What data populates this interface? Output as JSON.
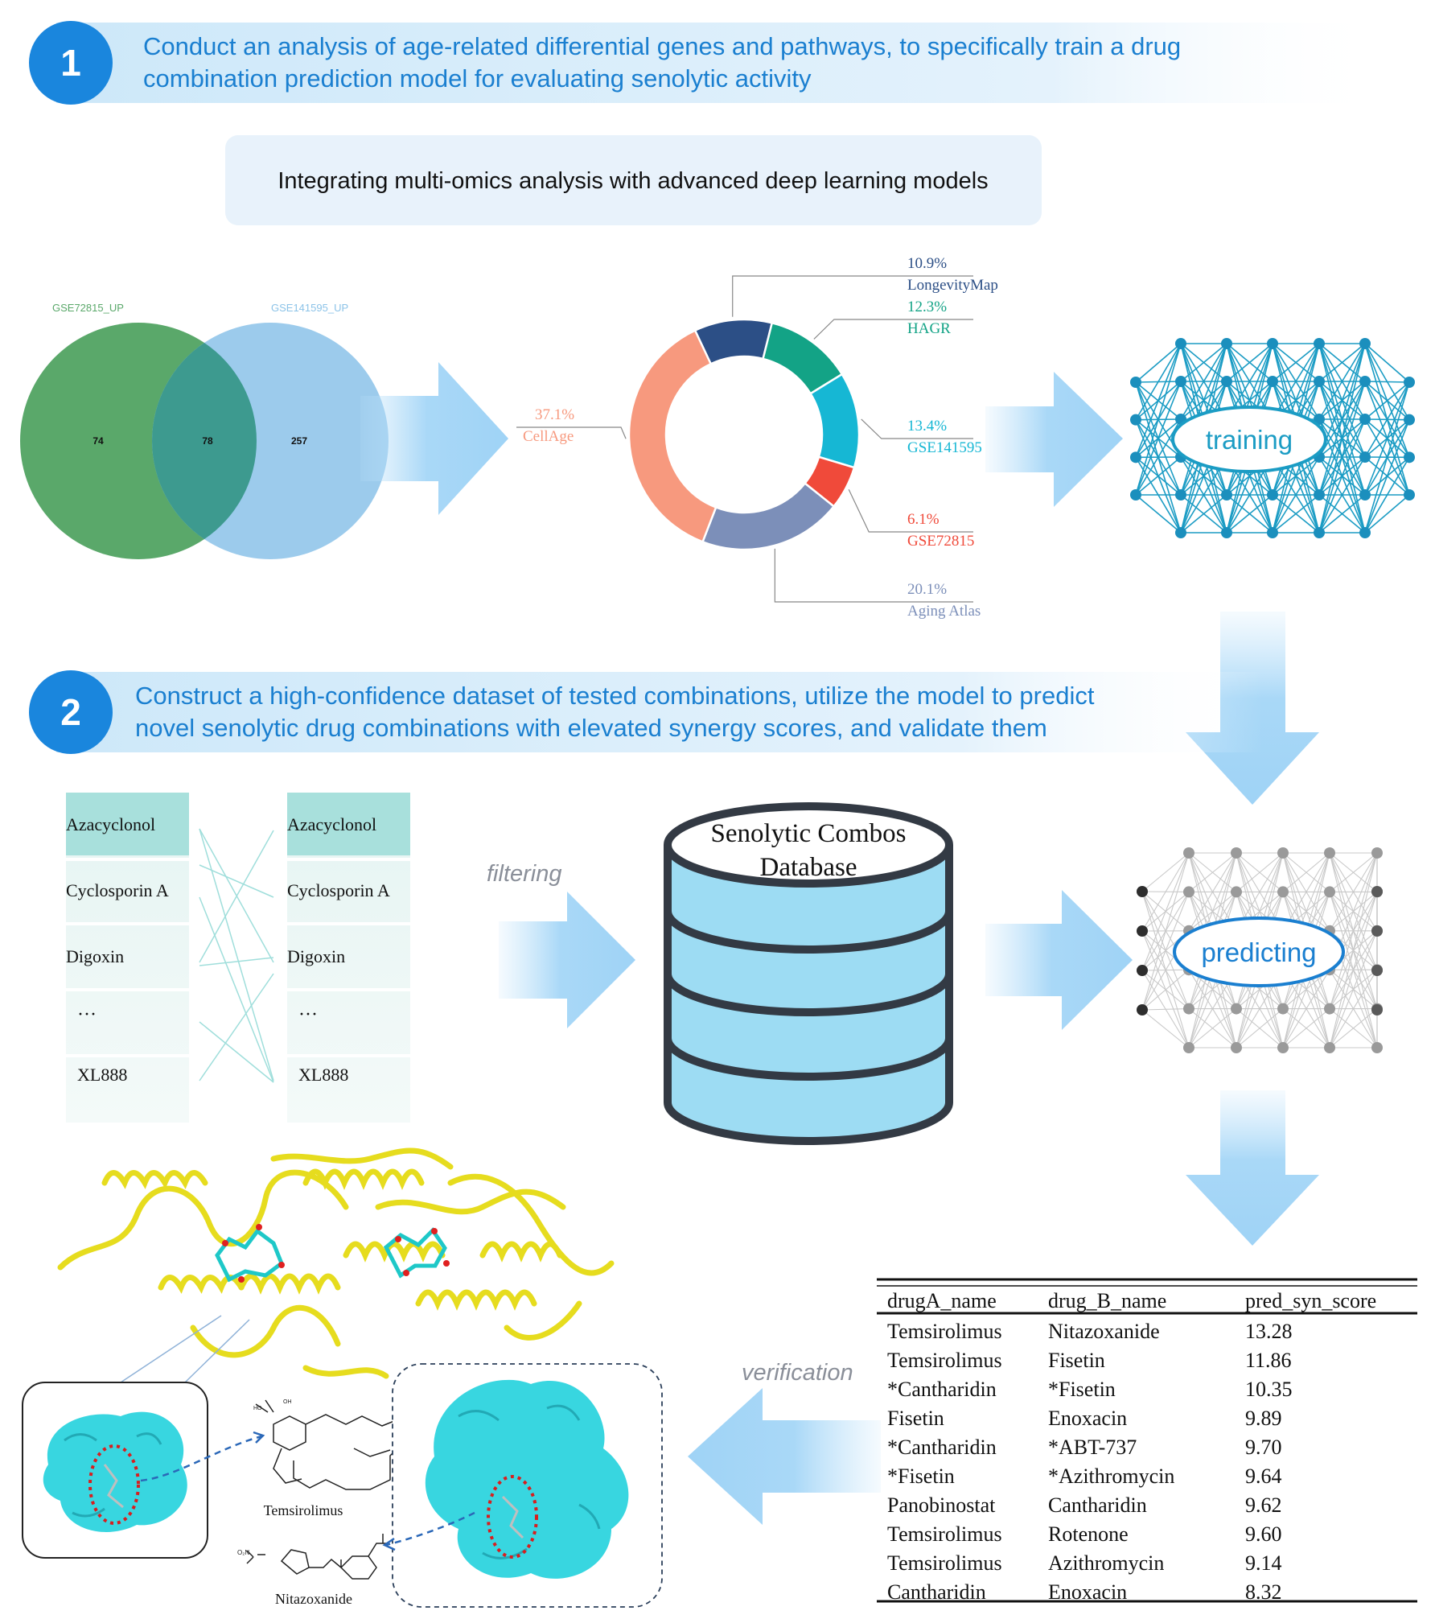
{
  "step1": {
    "number": "1",
    "line1": "Conduct an analysis of age-related differential genes and pathways, to specifically train a drug",
    "line2": "combination prediction model for evaluating senolytic activity"
  },
  "integration_box": {
    "text": "Integrating multi-omics analysis with advanced deep learning models"
  },
  "venn": {
    "left_label": "GSE72815_UP",
    "right_label": "GSE141595_UP",
    "left_only": "74",
    "overlap": "78",
    "right_only": "257",
    "colors": {
      "left": "#5aa86a",
      "right": "#9ccbec",
      "overlap": "#3d9a8f"
    }
  },
  "donut": {
    "segments": [
      {
        "label": "LongevityMap",
        "percent": "10.9%",
        "value": 10.9,
        "color": "#2c4f86"
      },
      {
        "label": "HAGR",
        "percent": "12.3%",
        "value": 12.3,
        "color": "#13a386"
      },
      {
        "label": "GSE141595",
        "percent": "13.4%",
        "value": 13.4,
        "color": "#16b7d4"
      },
      {
        "label": "GSE72815",
        "percent": "6.1%",
        "value": 6.1,
        "color": "#f04a3a"
      },
      {
        "label": "Aging Atlas",
        "percent": "20.1%",
        "value": 20.1,
        "color": "#7c8fb9"
      },
      {
        "label": "CellAge",
        "percent": "37.1%",
        "value": 37.1,
        "color": "#f7997e"
      }
    ]
  },
  "nn_train": {
    "label": "training",
    "color": "#1b9cc4"
  },
  "step2": {
    "number": "2",
    "line1": "Construct a high-confidence dataset of tested combinations, utilize the model to predict",
    "line2": "novel senolytic drug combinations with elevated synergy scores, and validate them"
  },
  "drug_lists": {
    "left": [
      "Azacyclonol",
      "Cyclosporin A",
      "Digoxin",
      "···",
      "XL888"
    ],
    "right": [
      "Azacyclonol",
      "Cyclosporin A",
      "Digoxin",
      "···",
      "XL888"
    ]
  },
  "filter_label": "filtering",
  "database": {
    "line1": "Senolytic Combos",
    "line2": "Database"
  },
  "nn_predict": {
    "label": "predicting"
  },
  "verification_label": "verification",
  "molecules": {
    "mol1": "Temsirolimus",
    "mol2": "Nitazoxanide"
  },
  "results_table": {
    "headers": [
      "drugA_name",
      "drug_B_name",
      "pred_syn_score"
    ],
    "rows": [
      [
        "Temsirolimus",
        "Nitazoxanide",
        "13.28"
      ],
      [
        "Temsirolimus",
        "Fisetin",
        "11.86"
      ],
      [
        "*Cantharidin",
        "*Fisetin",
        "10.35"
      ],
      [
        "Fisetin",
        "Enoxacin",
        "9.89"
      ],
      [
        "*Cantharidin",
        "*ABT-737",
        "9.70"
      ],
      [
        "*Fisetin",
        "*Azithromycin",
        "9.64"
      ],
      [
        "Panobinostat",
        "Cantharidin",
        "9.62"
      ],
      [
        "Temsirolimus",
        "Rotenone",
        "9.60"
      ],
      [
        "Temsirolimus",
        "Azithromycin",
        "9.14"
      ],
      [
        "Cantharidin",
        "Enoxacin",
        "8.32"
      ]
    ]
  }
}
